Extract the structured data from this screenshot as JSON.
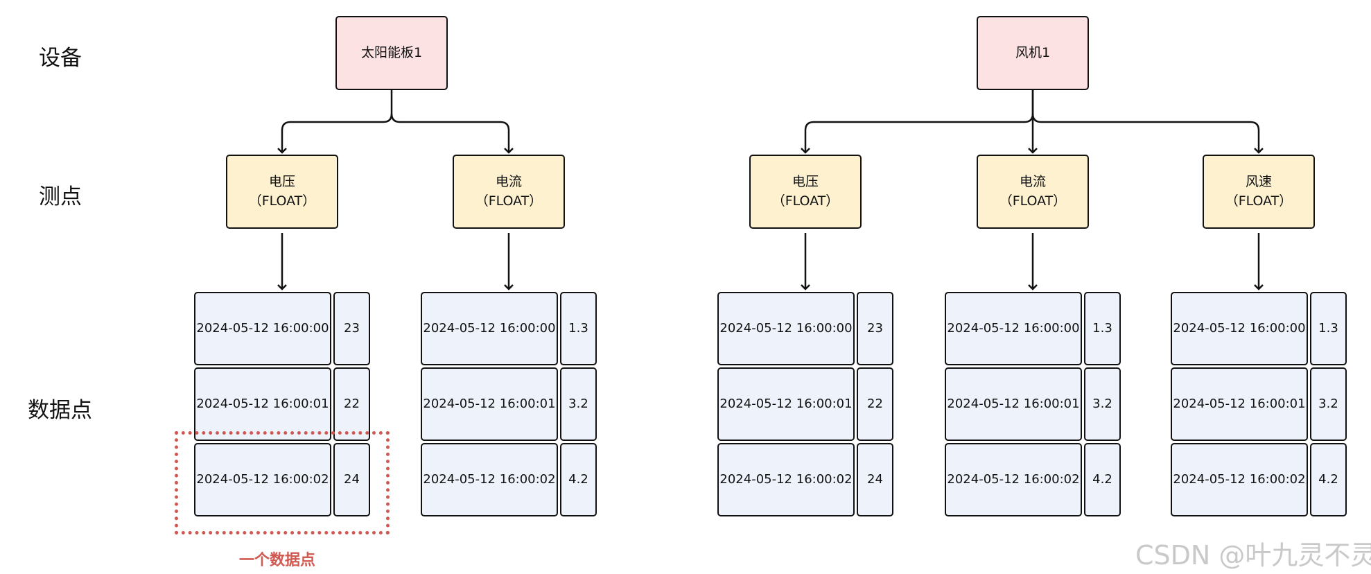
{
  "row_labels": {
    "device": "设备",
    "metric": "测点",
    "datapoint": "数据点"
  },
  "devices": [
    {
      "name": "太阳能板1",
      "metrics": [
        {
          "name": "电压",
          "type": "（FLOAT）",
          "points": [
            {
              "time": "2024-05-12 16:00:00",
              "value": "23"
            },
            {
              "time": "2024-05-12 16:00:01",
              "value": "22"
            },
            {
              "time": "2024-05-12 16:00:02",
              "value": "24"
            }
          ]
        },
        {
          "name": "电流",
          "type": "（FLOAT）",
          "points": [
            {
              "time": "2024-05-12 16:00:00",
              "value": "1.3"
            },
            {
              "time": "2024-05-12 16:00:01",
              "value": "3.2"
            },
            {
              "time": "2024-05-12 16:00:02",
              "value": "4.2"
            }
          ]
        }
      ]
    },
    {
      "name": "风机1",
      "metrics": [
        {
          "name": "电压",
          "type": "（FLOAT）",
          "points": [
            {
              "time": "2024-05-12 16:00:00",
              "value": "23"
            },
            {
              "time": "2024-05-12 16:00:01",
              "value": "22"
            },
            {
              "time": "2024-05-12 16:00:02",
              "value": "24"
            }
          ]
        },
        {
          "name": "电流",
          "type": "（FLOAT）",
          "points": [
            {
              "time": "2024-05-12 16:00:00",
              "value": "1.3"
            },
            {
              "time": "2024-05-12 16:00:01",
              "value": "3.2"
            },
            {
              "time": "2024-05-12 16:00:02",
              "value": "4.2"
            }
          ]
        },
        {
          "name": "风速",
          "type": "（FLOAT）",
          "points": [
            {
              "time": "2024-05-12 16:00:00",
              "value": "1.3"
            },
            {
              "time": "2024-05-12 16:00:01",
              "value": "3.2"
            },
            {
              "time": "2024-05-12 16:00:02",
              "value": "4.2"
            }
          ]
        }
      ]
    }
  ],
  "highlight": {
    "caption": "一个数据点"
  },
  "watermark": "CSDN @叶九灵不灵",
  "colors": {
    "device_fill": "#fde2e4",
    "metric_fill": "#fdf1cf",
    "cell_fill": "#eef3fb",
    "highlight": "#d05a52",
    "stroke": "#111111"
  }
}
